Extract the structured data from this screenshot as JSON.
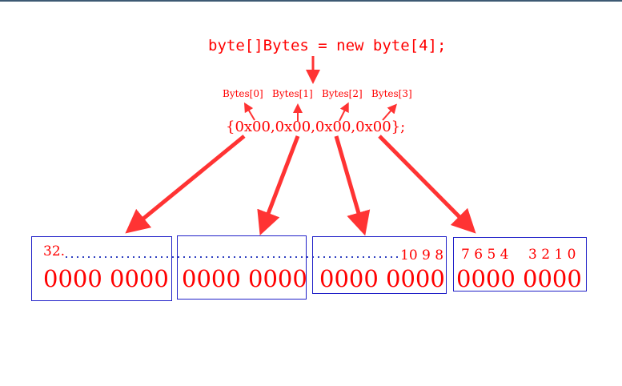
{
  "declaration": "byte[]Bytes = new byte[4];",
  "indices": [
    "Bytes[0]",
    "Bytes[1]",
    "Bytes[2]",
    "Bytes[3]"
  ],
  "initializer": "{0x00,0x00,0x00,0x00};",
  "boxes": [
    {
      "bits": "0000 0000"
    },
    {
      "bits": "0000 0000"
    },
    {
      "bits": "0000 0000"
    },
    {
      "bits": "0000 0000"
    }
  ],
  "bit_labels": {
    "high": "32.",
    "mid": "10 9 8",
    "low_a": "7 6 5 4",
    "low_b": "3 2 1 0"
  },
  "colors": {
    "text": "#ff0000",
    "arrow": "#ff3333",
    "box_border": "#2020c8",
    "top_rule": "#3d5a73"
  }
}
